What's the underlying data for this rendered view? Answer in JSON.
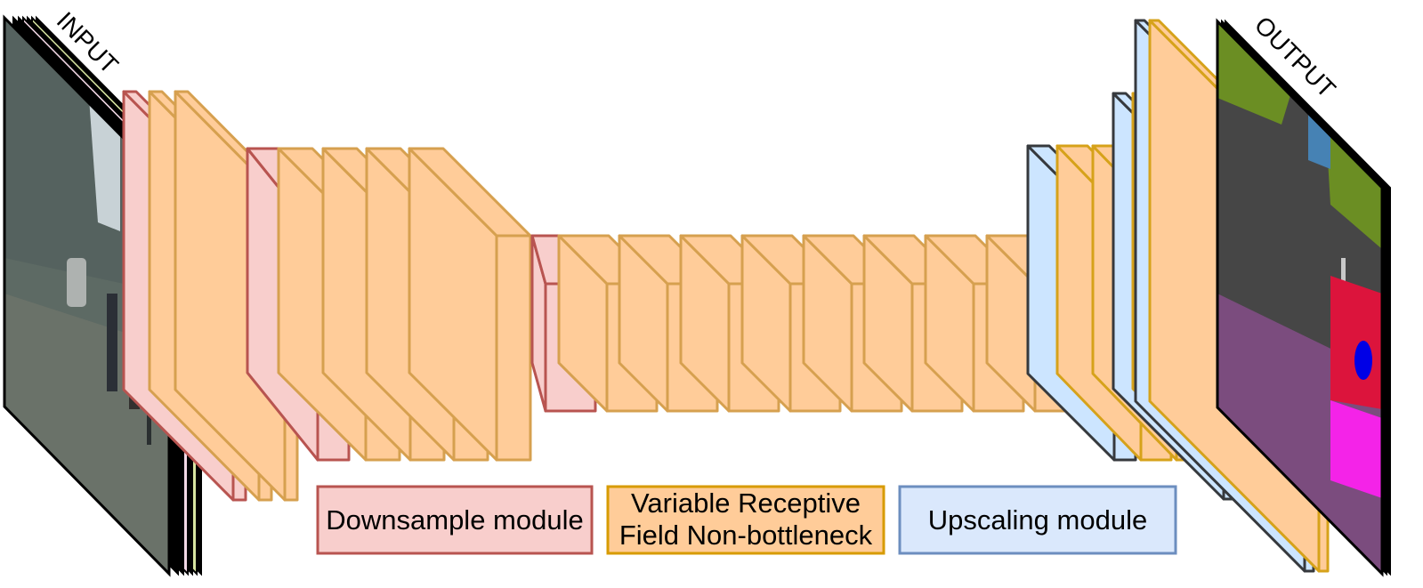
{
  "labels": {
    "input": "INPUT",
    "output": "OUTPUT"
  },
  "legend": {
    "downsample": [
      "Downsample module"
    ],
    "nonbottleneck": [
      "Variable Receptive",
      "Field Non-bottleneck"
    ],
    "upscaling": [
      "Upscaling module"
    ]
  },
  "colors": {
    "downsample_fill": "#f8cecc",
    "downsample_stroke": "#b85450",
    "nonbottleneck_fill": "#ffcc99",
    "nonbottleneck_stroke": "#d6a04f",
    "nonbottleneck_legend_stroke": "#d79b00",
    "nonbottleneck_output_stroke": "#d6a21a",
    "upscaling_fill": "#cce5ff",
    "upscaling_stroke": "#36393d",
    "upscaling_legend_fill": "#dae8fc",
    "upscaling_legend_stroke": "#6c8ebf",
    "input_sky": "#c8d2d6",
    "input_building": "#586568",
    "input_road": "#687068",
    "output_road": "#7b4c7e",
    "output_building": "#464646",
    "output_vegetation": "#6b8e23",
    "output_sky": "#4682b4",
    "output_person": "#dc143c",
    "output_sidewalk": "#f423e8",
    "output_car": "#0000e6"
  }
}
